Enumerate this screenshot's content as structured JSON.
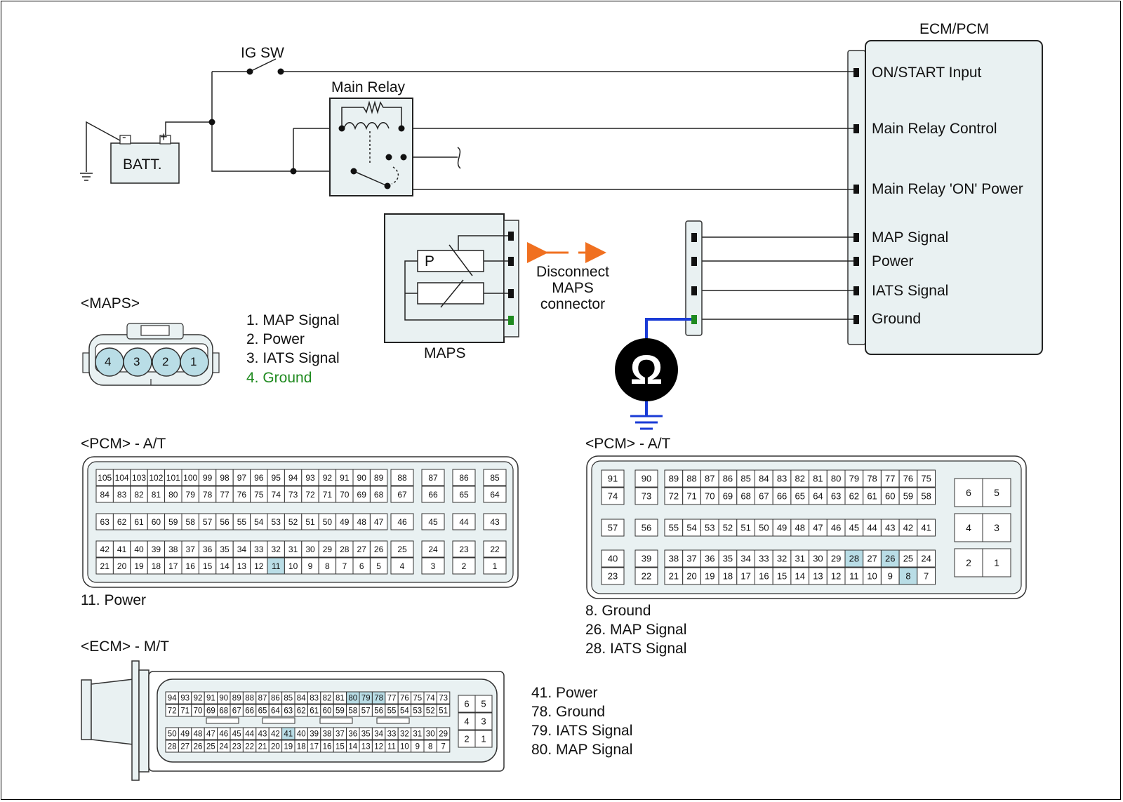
{
  "ecm_block": {
    "title": "ECM/PCM",
    "pins": [
      "ON/START Input",
      "Main Relay Control",
      "Main Relay 'ON' Power",
      "MAP Signal",
      "Power",
      "IATS Signal",
      "Ground"
    ]
  },
  "circuit": {
    "ig_sw": "IG SW",
    "main_relay": "Main Relay",
    "battery": "BATT.",
    "battery_minus": "-",
    "battery_plus": "+",
    "maps": "MAPS",
    "maps_p": "P",
    "disconnect_lines": [
      "Disconnect",
      "MAPS",
      "connector"
    ],
    "ohm_symbol": "Ω"
  },
  "maps_connector": {
    "title": "<MAPS>",
    "pins": [
      "4",
      "3",
      "2",
      "1"
    ],
    "legend": [
      "1. MAP Signal",
      "2. Power",
      "3. IATS Signal",
      "4. Ground"
    ]
  },
  "pcm_at_left": {
    "title": "<PCM> - A/T",
    "legend": [
      "11. Power"
    ],
    "highlighted": [
      "11"
    ],
    "rows": [
      [
        "105",
        "104",
        "103",
        "102",
        "101",
        "100",
        "99",
        "98",
        "97",
        "96",
        "95",
        "94",
        "93",
        "92",
        "91",
        "90",
        "89"
      ],
      [
        "84",
        "83",
        "82",
        "81",
        "80",
        "79",
        "78",
        "77",
        "76",
        "75",
        "74",
        "73",
        "72",
        "71",
        "70",
        "69",
        "68"
      ],
      [
        "63",
        "62",
        "61",
        "60",
        "59",
        "58",
        "57",
        "56",
        "55",
        "54",
        "53",
        "52",
        "51",
        "50",
        "49",
        "48",
        "47"
      ],
      [
        "42",
        "41",
        "40",
        "39",
        "38",
        "37",
        "36",
        "35",
        "34",
        "33",
        "32",
        "31",
        "30",
        "29",
        "28",
        "27",
        "26"
      ],
      [
        "21",
        "20",
        "19",
        "18",
        "17",
        "16",
        "15",
        "14",
        "13",
        "12",
        "11",
        "10",
        "9",
        "8",
        "7",
        "6",
        "5"
      ]
    ],
    "right_pairs": [
      [
        "88",
        "67"
      ],
      [
        "87",
        "66"
      ],
      [
        "86",
        "65"
      ],
      [
        "85",
        "64"
      ]
    ],
    "right_singles": [
      "46",
      "45",
      "44",
      "43"
    ],
    "right_bottom_pairs": [
      [
        "25",
        "4"
      ],
      [
        "24",
        "3"
      ],
      [
        "23",
        "2"
      ],
      [
        "22",
        "1"
      ]
    ]
  },
  "pcm_at_right": {
    "title": "<PCM> - A/T",
    "legend": [
      "8. Ground",
      "26. MAP Signal",
      "28. IATS Signal"
    ],
    "highlighted": [
      "8",
      "26",
      "28"
    ],
    "col1": [
      "91",
      "74",
      "57",
      "40",
      "23"
    ],
    "col2": [
      "90",
      "73",
      "56",
      "39",
      "22"
    ],
    "rows": [
      [
        "89",
        "88",
        "87",
        "86",
        "85",
        "84",
        "83",
        "82",
        "81",
        "80",
        "79",
        "78",
        "77",
        "76",
        "75"
      ],
      [
        "72",
        "71",
        "70",
        "69",
        "68",
        "67",
        "66",
        "65",
        "64",
        "63",
        "62",
        "61",
        "60",
        "59",
        "58"
      ],
      [
        "55",
        "54",
        "53",
        "52",
        "51",
        "50",
        "49",
        "48",
        "47",
        "46",
        "45",
        "44",
        "43",
        "42",
        "41"
      ],
      [
        "38",
        "37",
        "36",
        "35",
        "34",
        "33",
        "32",
        "31",
        "30",
        "29",
        "28",
        "27",
        "26",
        "25",
        "24"
      ],
      [
        "21",
        "20",
        "19",
        "18",
        "17",
        "16",
        "15",
        "14",
        "13",
        "12",
        "11",
        "10",
        "9",
        "8",
        "7"
      ]
    ],
    "small_grid": [
      [
        "6",
        "5"
      ],
      [
        "4",
        "3"
      ],
      [
        "2",
        "1"
      ]
    ]
  },
  "ecm_mt": {
    "title": "<ECM> - M/T",
    "legend": [
      "41. Power",
      "78. Ground",
      "79. IATS Signal",
      "80. MAP Signal"
    ],
    "highlighted": [
      "41",
      "78",
      "79",
      "80"
    ],
    "rows": [
      [
        "94",
        "93",
        "92",
        "91",
        "90",
        "89",
        "88",
        "87",
        "86",
        "85",
        "84",
        "83",
        "82",
        "81",
        "80",
        "79",
        "78",
        "77",
        "76",
        "75",
        "74",
        "73"
      ],
      [
        "72",
        "71",
        "70",
        "69",
        "68",
        "67",
        "66",
        "65",
        "64",
        "63",
        "62",
        "61",
        "60",
        "59",
        "58",
        "57",
        "56",
        "55",
        "54",
        "53",
        "52",
        "51"
      ],
      [
        "50",
        "49",
        "48",
        "47",
        "46",
        "45",
        "44",
        "43",
        "42",
        "41",
        "40",
        "39",
        "38",
        "37",
        "36",
        "35",
        "34",
        "33",
        "32",
        "31",
        "30",
        "29"
      ],
      [
        "28",
        "27",
        "26",
        "25",
        "24",
        "23",
        "22",
        "21",
        "20",
        "19",
        "18",
        "17",
        "16",
        "15",
        "14",
        "13",
        "12",
        "11",
        "10",
        "9",
        "8",
        "7"
      ]
    ],
    "small_grid": [
      [
        "6",
        "5"
      ],
      [
        "4",
        "3"
      ],
      [
        "2",
        "1"
      ]
    ]
  },
  "colors": {
    "highlight": "#b9dde6",
    "box_fill": "#e9f1f2",
    "ground_wire": "#1a3bd6",
    "arrow": "#f07020",
    "ground_label": "#1f8a1f"
  }
}
